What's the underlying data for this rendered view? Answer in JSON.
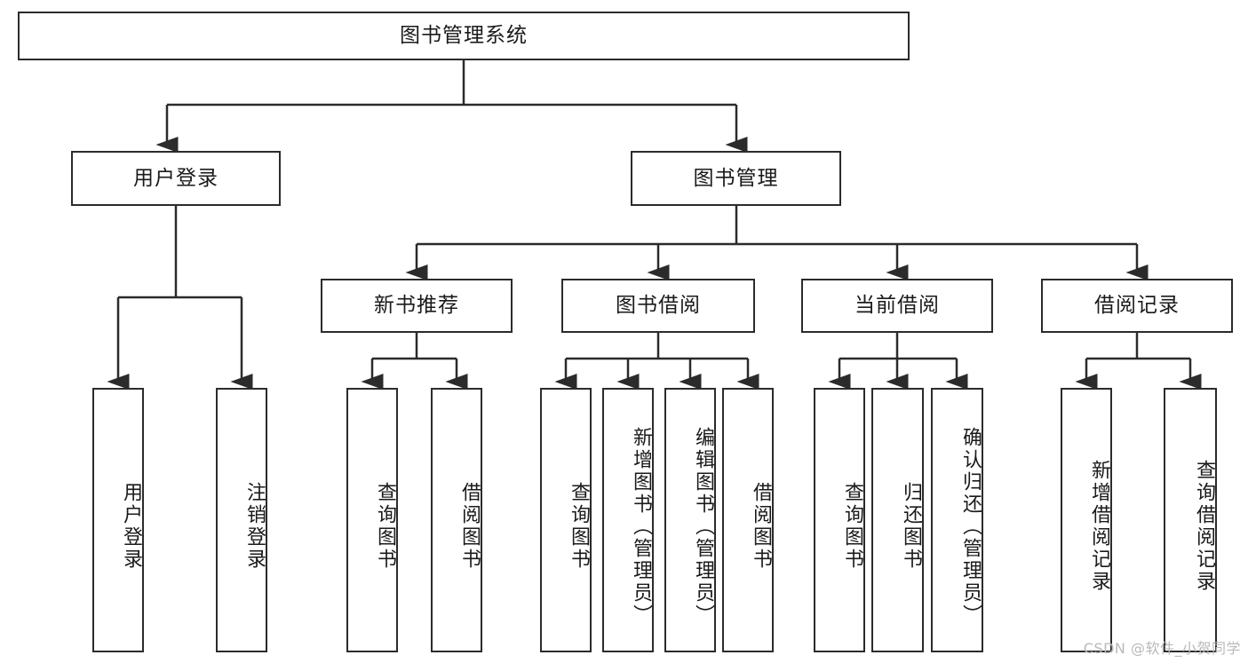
{
  "diagram": {
    "title": "图书管理系统",
    "root": {
      "label": "图书管理系统"
    },
    "level2": [
      {
        "label": "用户登录"
      },
      {
        "label": "图书管理"
      }
    ],
    "level3": [
      {
        "label": "新书推荐"
      },
      {
        "label": "图书借阅"
      },
      {
        "label": "当前借阅"
      },
      {
        "label": "借阅记录"
      }
    ],
    "leaves": [
      {
        "label": "用户登录",
        "parent": "用户登录"
      },
      {
        "label": "注销登录",
        "parent": "用户登录"
      },
      {
        "label": "查询图书",
        "parent": "新书推荐"
      },
      {
        "label": "借阅图书",
        "parent": "新书推荐"
      },
      {
        "label": "查询图书",
        "parent": "图书借阅"
      },
      {
        "label": "新增图书（管理员）",
        "parent": "图书借阅"
      },
      {
        "label": "编辑图书（管理员）",
        "parent": "图书借阅"
      },
      {
        "label": "借阅图书",
        "parent": "图书借阅"
      },
      {
        "label": "查询图书",
        "parent": "当前借阅"
      },
      {
        "label": "归还图书",
        "parent": "当前借阅"
      },
      {
        "label": "确认归还（管理员）",
        "parent": "当前借阅"
      },
      {
        "label": "新增借阅记录",
        "parent": "借阅记录"
      },
      {
        "label": "查询借阅记录",
        "parent": "借阅记录"
      }
    ],
    "colors": {
      "stroke": "#2b2b2b",
      "fill": "#ffffff",
      "text": "#1a1a1a",
      "watermark": "#b9b9b9"
    }
  },
  "watermark": {
    "text": "CSDN @软件_小贺同学"
  }
}
